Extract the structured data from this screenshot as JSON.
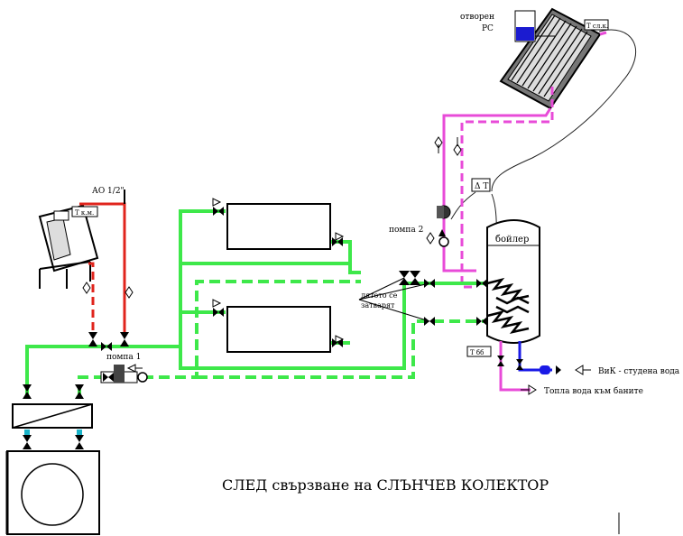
{
  "title": "СЛЕД свързване на СЛЪНЧЕВ КОЛЕКТОР",
  "labels": {
    "vessel_open": "отворен",
    "vessel_rs": "РС",
    "t_collector": "Т сл.к.",
    "ao": "АО 1/2\"",
    "t_boiler_fire": "Т к.м.",
    "pump1": "помпа 1",
    "pump2": "помпа 2",
    "delta_t": "Δ Т",
    "boiler": "бойлер",
    "summer_line1": "лятото се",
    "summer_line2": "затварят",
    "t_boiler_bottom": "Т бб",
    "cold_water": "ВиК - студена вода",
    "hot_water": "Топла вода към баните"
  },
  "colors": {
    "heating_circuit": "#3ee84a",
    "supply_line": "#e0241c",
    "solar_circuit": "#e84bd8",
    "cold_water": "#1a1ae6",
    "valve": "#000000",
    "fitting": "#19b3c8"
  },
  "icons": [
    "solar-collector-icon",
    "expansion-vessel-icon",
    "solid-fuel-boiler-icon",
    "radiator-icon",
    "boiler-tank-icon",
    "pump-icon",
    "valve-icon",
    "heat-exchanger-icon",
    "gas-boiler-icon",
    "arrow-icon"
  ]
}
